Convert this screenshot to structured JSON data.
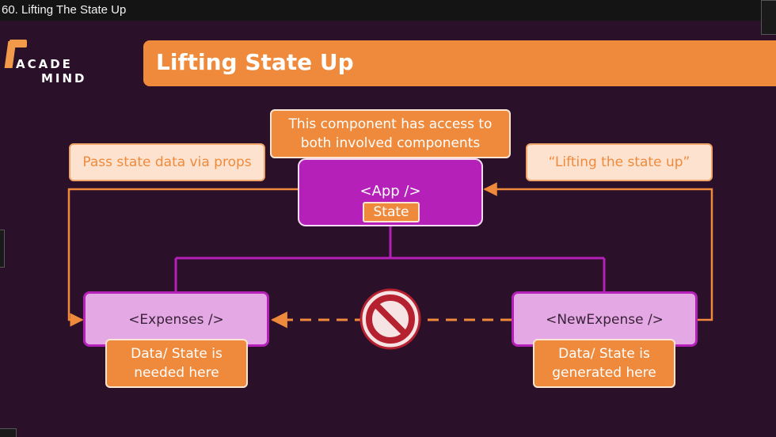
{
  "window": {
    "title": "60. Lifting The State Up"
  },
  "logo": {
    "line1": "ACADE",
    "line2": "MIND"
  },
  "banner": {
    "title": "Lifting State Up"
  },
  "diagram": {
    "top_note": "This component has access to both involved components",
    "left_note": "Pass state data via props",
    "right_note": "“Lifting the state up”",
    "app": {
      "label": "<App />",
      "state_label": "State"
    },
    "expenses": {
      "label": "<Expenses />",
      "note": "Data/ State is needed here"
    },
    "new_expense": {
      "label": "<NewExpense />",
      "note": "Data/ State is generated here"
    },
    "blocked_icon": "no-entry-icon"
  },
  "colors": {
    "background": "#2a1029",
    "accent_orange": "#ef8a3c",
    "app_purple": "#b520b8",
    "component_lilac": "#e4a9e4",
    "prohibit_red": "#b5212f"
  }
}
